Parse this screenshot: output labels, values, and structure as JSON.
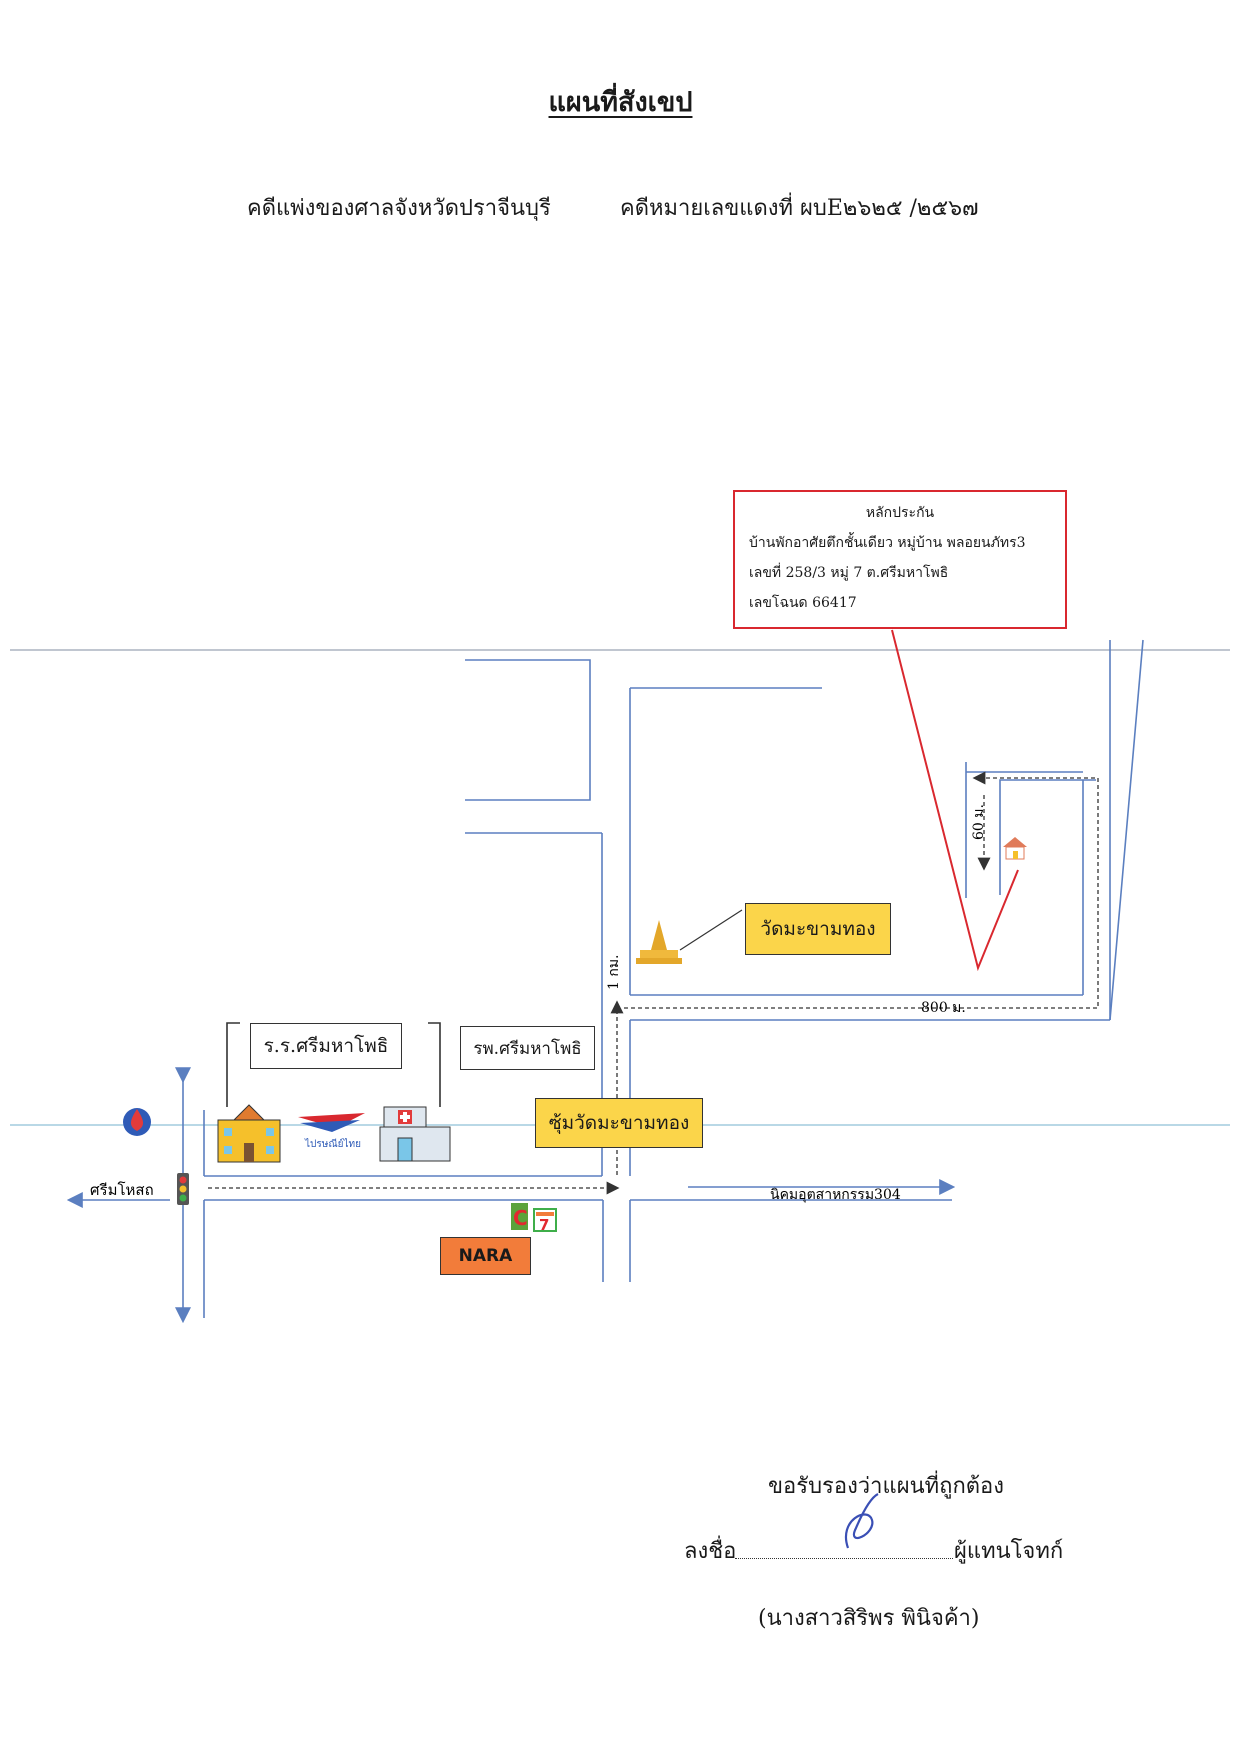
{
  "header": {
    "title": "แผนที่สังเขป",
    "court": "คดีแพ่งของศาลจังหวัดปราจีนบุรี",
    "case_no": "คดีหมายเลขแดงที่  ผบE๒๖๒๕ /๒๕๖๗"
  },
  "collateral": {
    "heading": "หลักประกัน",
    "line1": "บ้านพักอาศัยตึกชั้นเดียว  หมู่บ้าน พลอยนภัทร3",
    "line2": "เลขที่ 258/3  หมู่ 7  ต.ศรีมหาโพธิ",
    "line3": "เลขโฉนด  66417"
  },
  "map": {
    "distance_60": "60 ม.",
    "distance_800": "800 ม.",
    "distance_1km": "1 กม.",
    "temple": "วัดมะขามทอง",
    "school": "ร.ร.ศรีมหาโพธิ",
    "hospital": "รพ.ศรีมหาโพธิ",
    "arch": "ซุ้มวัดมะขามทอง",
    "west_road": "ศรีมโหสถ",
    "east_road": "นิคมอุตสาหกรรม304",
    "store": "NARA",
    "post_logo": "ไปรษณีย์ไทย",
    "seven_eleven": "7",
    "lotus": "C"
  },
  "colors": {
    "road": "#5b7fc0",
    "callout": "#d9282f",
    "label_fill": "#fbd54a",
    "store_fill": "#f27c3a"
  },
  "icons": [
    "gas-station-icon",
    "traffic-light-icon",
    "school-icon",
    "post-office-icon",
    "hospital-icon",
    "temple-icon",
    "house-icon",
    "lotus-store-icon",
    "seven-eleven-icon"
  ],
  "signature": {
    "certify": "ขอรับรองว่าแผนที่ถูกต้อง",
    "sign_prefix": "ลงชื่อ",
    "sign_suffix": "ผู้แทนโจทก์",
    "name": "(นางสาวสิริพร พินิจค้า)"
  }
}
